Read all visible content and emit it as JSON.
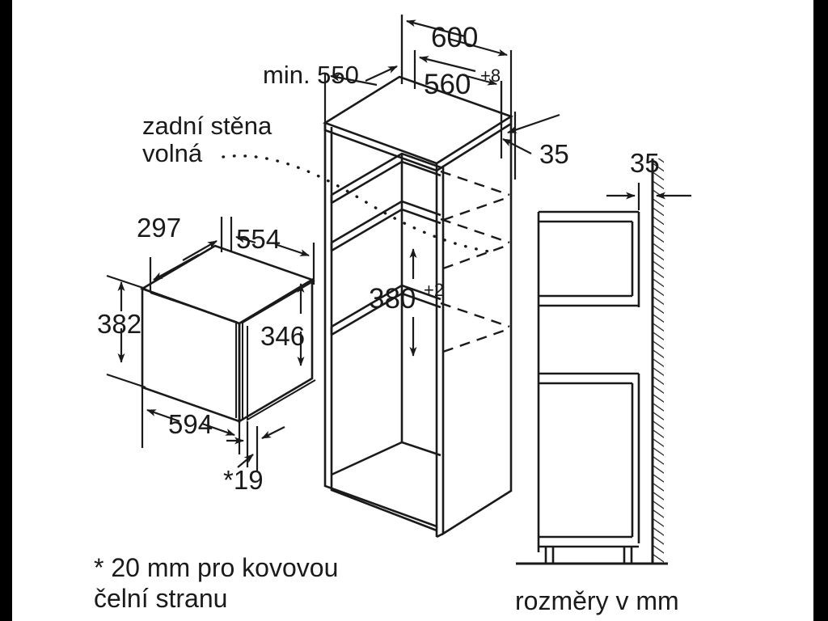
{
  "drawing": {
    "title": "Installation dimensions diagram",
    "units_note": "rozměry v mm",
    "background_color": "#ffffff",
    "line_color": "#1a1a1a",
    "letterbox_color": "#000000"
  },
  "notes": {
    "back_wall_line1": "zadní stěna",
    "back_wall_line2": "volná",
    "footnote_line1": "* 20 mm pro kovovou",
    "footnote_line2": "čelní stranu",
    "units": "rozměry v mm"
  },
  "dimensions": {
    "cabinet_depth_min": "min. 550",
    "cabinet_width_outer": "600",
    "niche_width": "560",
    "niche_width_tolerance": "+8",
    "wall_gap_top": "35",
    "wall_gap_side": "35",
    "appliance_depth": "297",
    "appliance_top_width": "554",
    "appliance_height": "382",
    "appliance_front_height": "346",
    "appliance_front_width": "594",
    "appliance_frame_thickness": "*19",
    "niche_height": "380",
    "niche_height_tolerance": "+2"
  },
  "views": {
    "appliance_view": "isometric appliance body",
    "cabinet_view": "isometric tall cabinet with niche",
    "side_view": "side elevation against wall"
  }
}
